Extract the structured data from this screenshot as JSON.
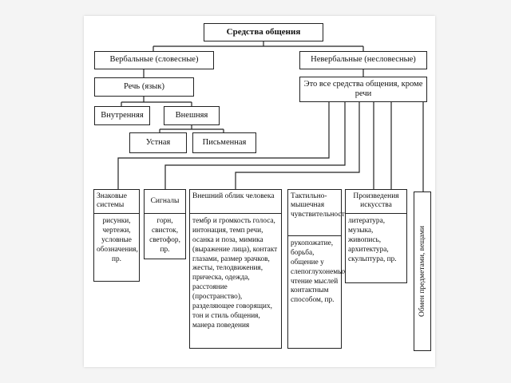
{
  "root": "Средства общения",
  "verbal": "Вербальные (словесные)",
  "nonverbal": "Невербальные (несловесные)",
  "speech": "Речь (язык)",
  "nonverbal_desc": "Это все средства общения, кроме речи",
  "internal": "Внутренняя",
  "external": "Внешняя",
  "oral": "Устная",
  "written": "Письменная",
  "columns": [
    {
      "head": "Знаковые системы",
      "body": "рисунки, чертежи, условные обозначения, пр."
    },
    {
      "head": "Сигналы",
      "body": "горн, свисток, светофор, пр."
    },
    {
      "head": "Внешний облик человека",
      "body": "тембр и громкость голоса, интонация, темп речи, осанка и поза, мимика (выражение лица), контакт глазами, размер зрачков, жесты, телодвижения, прическа, одежда, расстояние (пространство), разделяющее говорящих, тон и стиль общения, манера поведения"
    },
    {
      "head": "Тактильно-мышечная чувствительность",
      "body": "рукопожатие, борьба, общение у слепоглухонемых, чтение мыслей контактным способом, пр."
    },
    {
      "head": "Произведения искусства",
      "body": "литература, музыка, живопись, архитектура, скульптура, пр."
    }
  ],
  "exchange": "Обмен предметами, вещами"
}
